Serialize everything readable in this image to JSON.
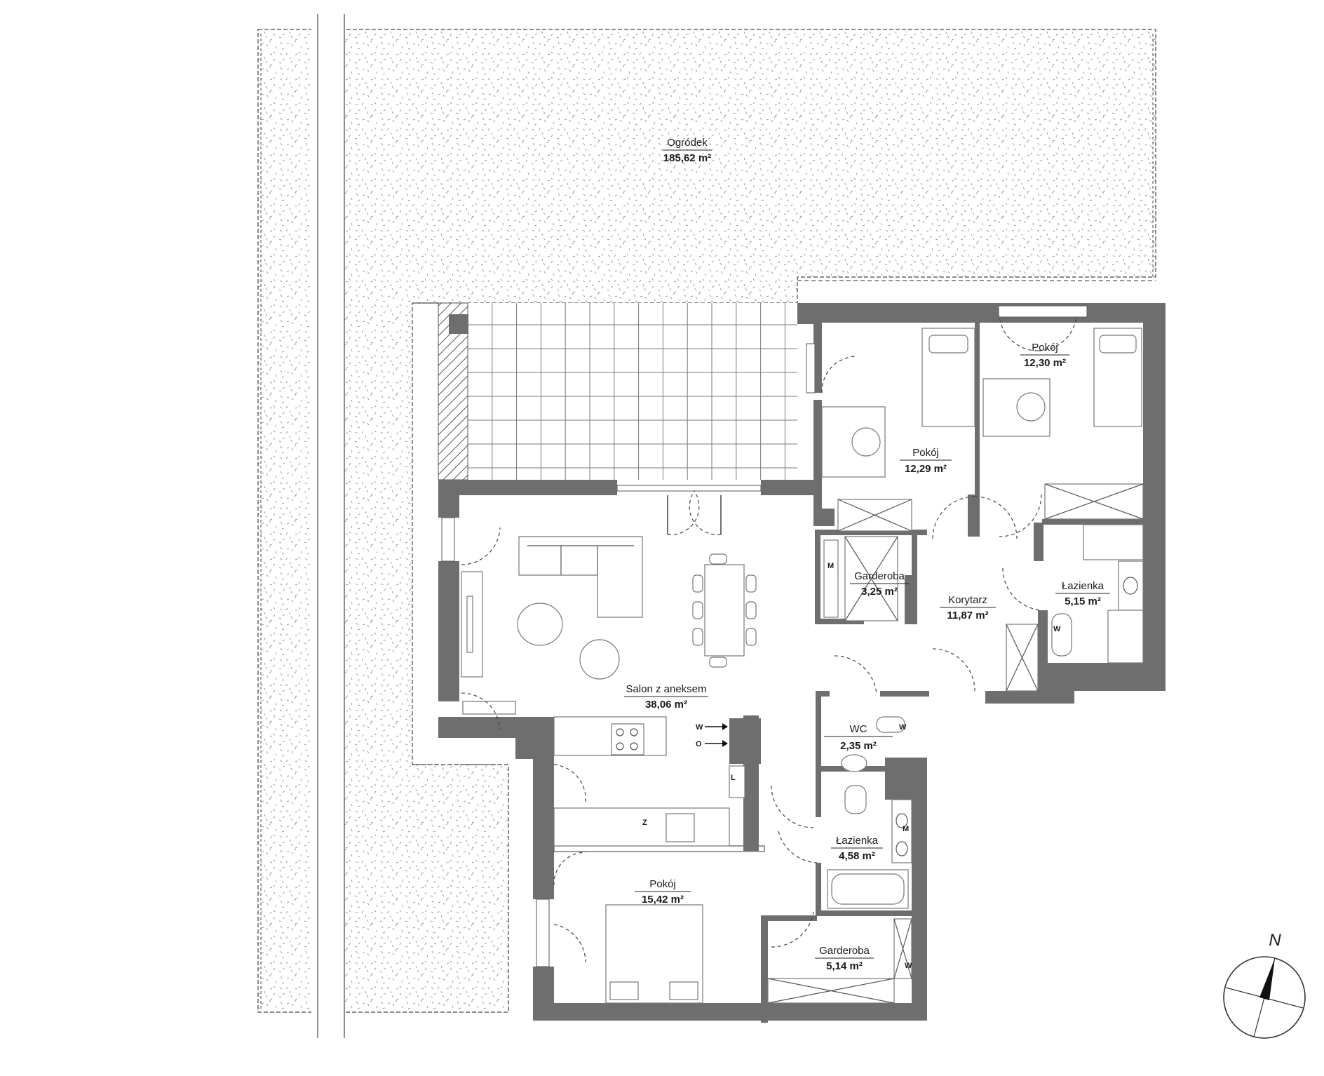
{
  "rooms": [
    {
      "name": "Ogródek",
      "area": "185,62 m²"
    },
    {
      "name": "Pokój",
      "area": "12,30 m²"
    },
    {
      "name": "Pokój",
      "area": "12,29 m²"
    },
    {
      "name": "Garderoba",
      "area": "3,25 m²"
    },
    {
      "name": "Korytarz",
      "area": "11,87 m²"
    },
    {
      "name": "Łazienka",
      "area": "5,15 m²"
    },
    {
      "name": "Salon z aneksem",
      "area": "38,06 m²"
    },
    {
      "name": "WC",
      "area": "2,35 m²"
    },
    {
      "name": "Łazienka",
      "area": "4,58 m²"
    },
    {
      "name": "Pokój",
      "area": "15,42 m²"
    },
    {
      "name": "Garderoba",
      "area": "5,14 m²"
    }
  ],
  "compass": {
    "label": "N"
  },
  "symbols": {
    "w": "W",
    "m": "M",
    "l": "L",
    "z": "Z",
    "o": "O"
  },
  "colors": {
    "wall": "#6e6e6e",
    "line": "#555555",
    "hatch": "#8a8a8a"
  }
}
